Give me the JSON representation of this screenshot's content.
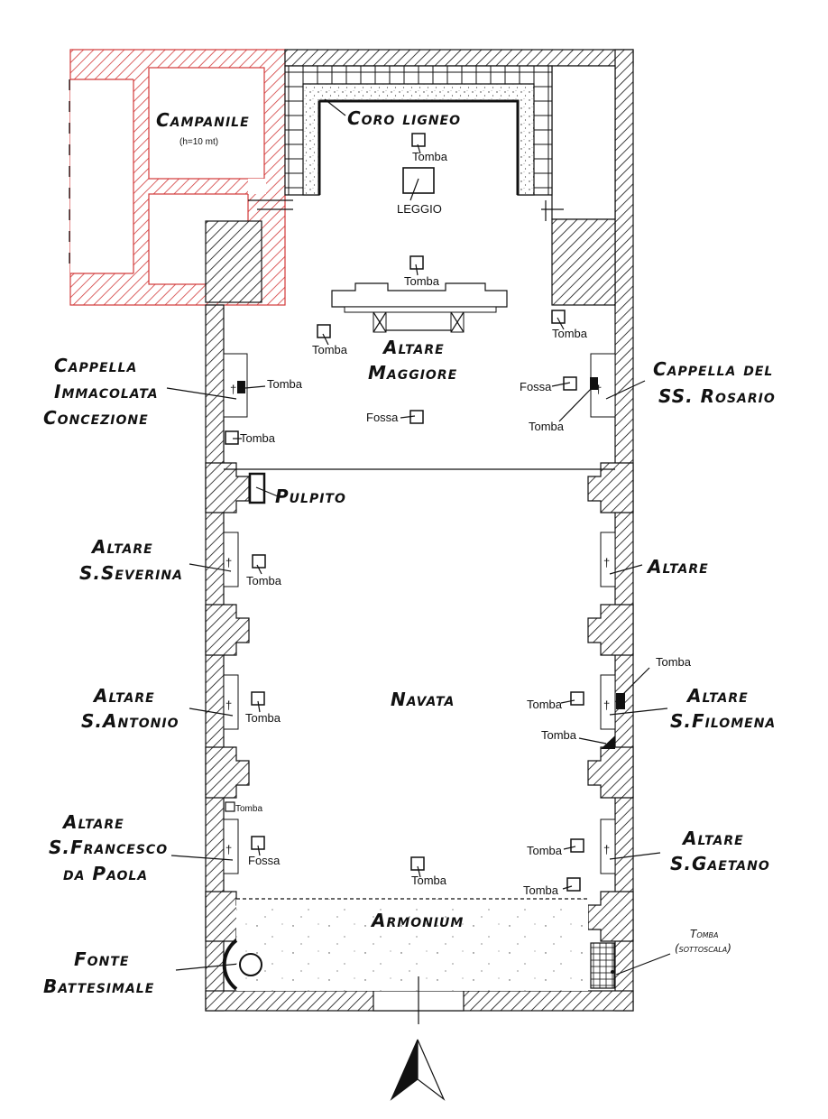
{
  "labels": {
    "campanile": "Campanile",
    "campanile_height": "(h=10 mt)",
    "coro": "Coro ligneo",
    "leggio": "LEGGIO",
    "altare_maggiore_1": "Altare",
    "altare_maggiore_2": "Maggiore",
    "cappella_imm_1": "Cappella",
    "cappella_imm_2": "Immacolata",
    "cappella_imm_3": "Concezione",
    "cappella_ros_1": "Cappella del",
    "cappella_ros_2": "SS. Rosario",
    "pulpito": "Pulpito",
    "altare_sev_1": "Altare",
    "altare_sev_2": "S.Severina",
    "altare_right": "Altare",
    "altare_ant_1": "Altare",
    "altare_ant_2": "S.Antonio",
    "navata": "Navata",
    "altare_fil_1": "Altare",
    "altare_fil_2": "S.Filomena",
    "altare_fra_1": "Altare",
    "altare_fra_2": "S.Francesco",
    "altare_fra_3": "da Paola",
    "altare_gae_1": "Altare",
    "altare_gae_2": "S.Gaetano",
    "armonium": "Armonium",
    "fonte_1": "Fonte",
    "fonte_2": "Battesimale",
    "tomba_sotto_1": "Tomba",
    "tomba_sotto_2": "(sottoscala)"
  },
  "markers": {
    "tomba": "Tomba",
    "fossa": "Fossa"
  },
  "colors": {
    "wall": "#111111",
    "campanile": "#d23a3a"
  }
}
